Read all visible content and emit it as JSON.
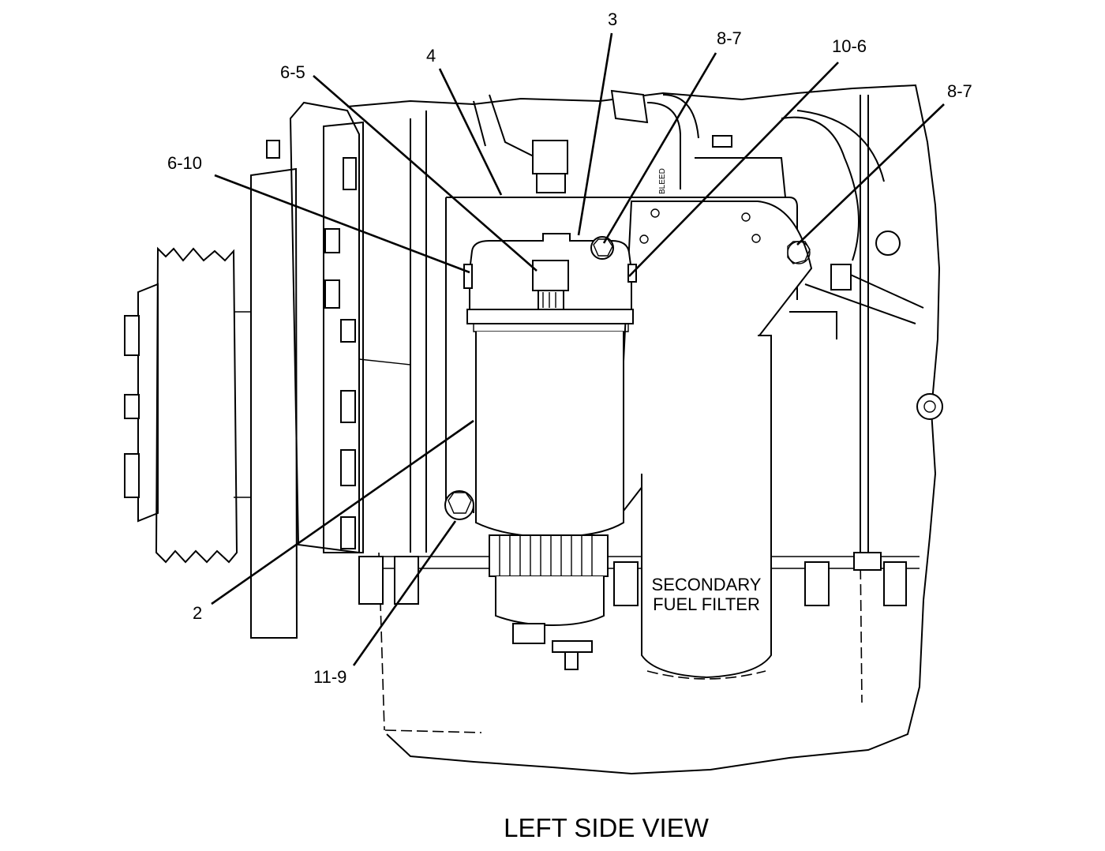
{
  "callouts": {
    "c3": "3",
    "c8_7_top": "8-7",
    "c10_6": "10-6",
    "c4": "4",
    "c6_5": "6-5",
    "c8_7_right": "8-7",
    "c6_10": "6-10",
    "c2": "2",
    "c11_9": "11-9"
  },
  "labels": {
    "bleed": "BLEED",
    "secondary_line1": "SECONDARY",
    "secondary_line2": "FUEL FILTER"
  },
  "caption": "LEFT SIDE VIEW"
}
